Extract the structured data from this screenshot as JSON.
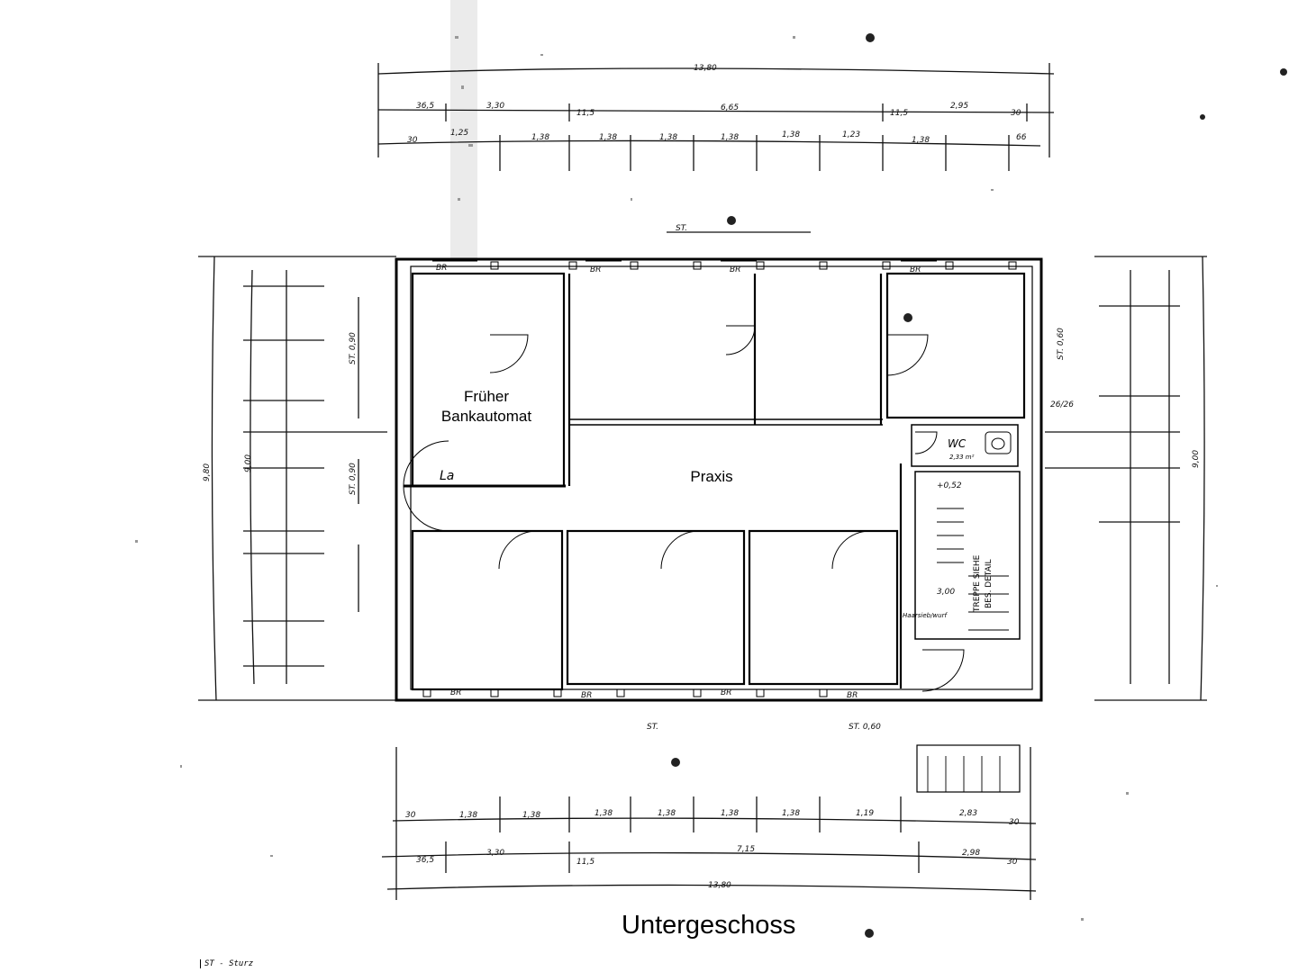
{
  "title": "Untergeschoss",
  "rooms": {
    "bank": [
      "Früher",
      "Bankautomat"
    ],
    "praxis": "Praxis",
    "la": "La",
    "wc": "WC",
    "wc_area": "2,33 m²",
    "stair": [
      "TREPPE SIEHE",
      "BES. DETAIL"
    ],
    "haarsieb": "Haarsieb/wurf"
  },
  "dimensions": {
    "top_total": "13,80",
    "top_row2": [
      "36,5",
      "3,30",
      "11,5",
      "6,65",
      "11,5",
      "2,95",
      "30"
    ],
    "top_row3": [
      "30",
      "1,25",
      "1,38",
      "1,38",
      "1,38",
      "1,38",
      "1,38",
      "1,23",
      "1,38",
      "66"
    ],
    "bottom_row1": [
      "30",
      "1,38",
      "1,38",
      "1,38",
      "1,38",
      "1,38",
      "1,38",
      "1,19",
      "2,83",
      "30"
    ],
    "bottom_row2": [
      "36,5",
      "3,30",
      "11,5",
      "7,15",
      "2,98",
      "30"
    ],
    "bottom_total": "13,80",
    "left_total": "9,80",
    "left_inner": "9,00",
    "right_total": "9,00",
    "markers": [
      "ST.",
      "ST.",
      "ST. 0,60",
      "ST. 0,60",
      "ST. 0,90",
      "ST. 0,90",
      "BR",
      "BR",
      "BR",
      "BR",
      "BR",
      "BR",
      "BR",
      "BR",
      "26/26",
      "+0,52",
      "3,00"
    ]
  },
  "legend": "ST - Sturz"
}
